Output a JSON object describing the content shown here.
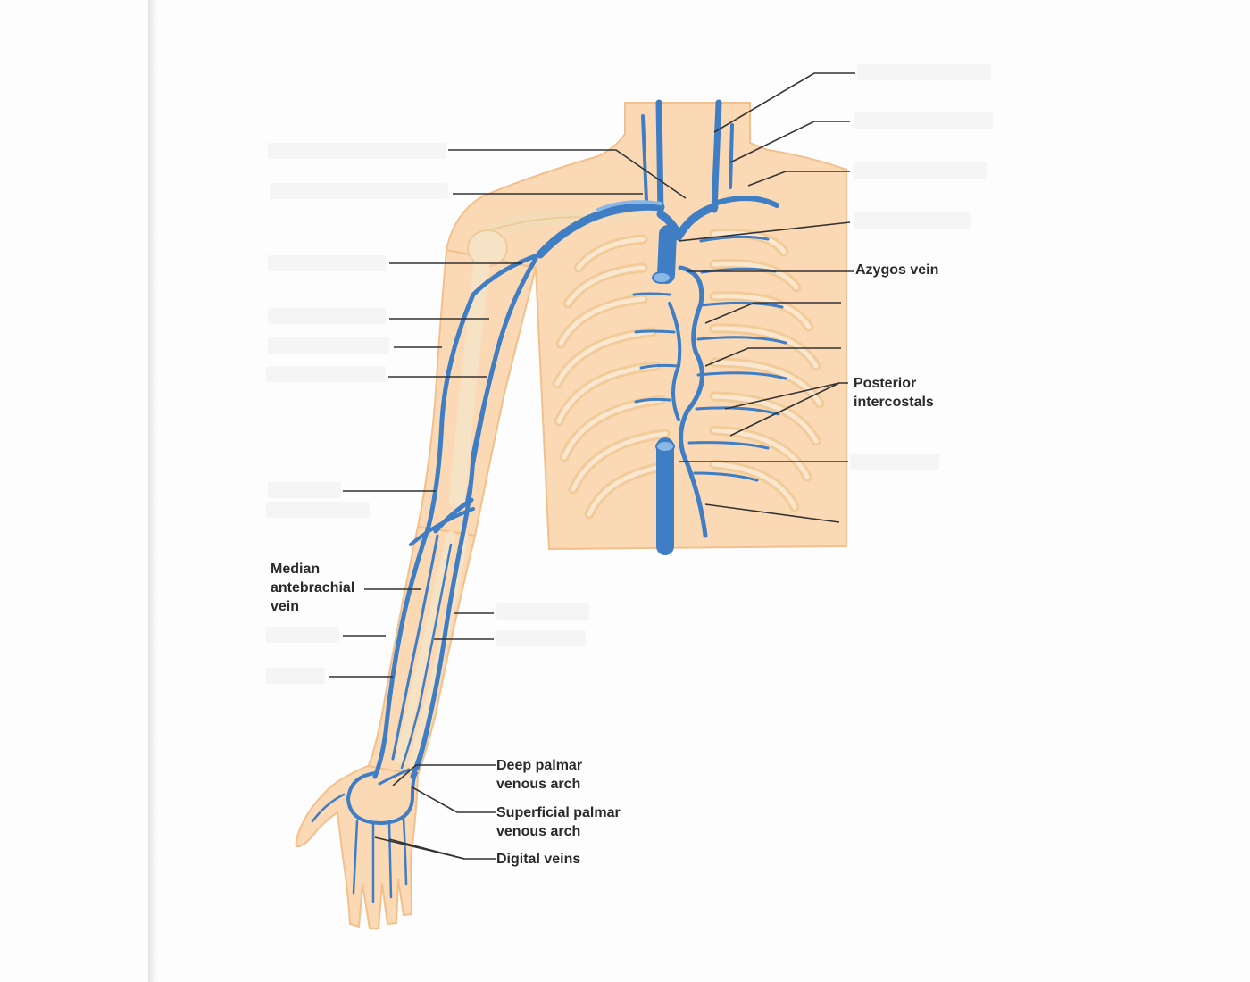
{
  "colors": {
    "skin": "#fbd9b4",
    "skin_dark": "#f3c390",
    "bone": "#f6e3c6",
    "vein": "#3f7dc4",
    "vein_light": "#8ab7e6",
    "leader": "#333333"
  },
  "labels": {
    "azygos_vein": "Azygos vein",
    "posterior_intercostals": "Posterior\nintercostals",
    "median_antebrachial_vein": "Median\nantebrachial\nvein",
    "deep_palmar_venous_arch": "Deep palmar\nvenous arch",
    "superficial_palmar_venous_arch": "Superficial palmar\nvenous arch",
    "digital_veins": "Digital veins"
  }
}
